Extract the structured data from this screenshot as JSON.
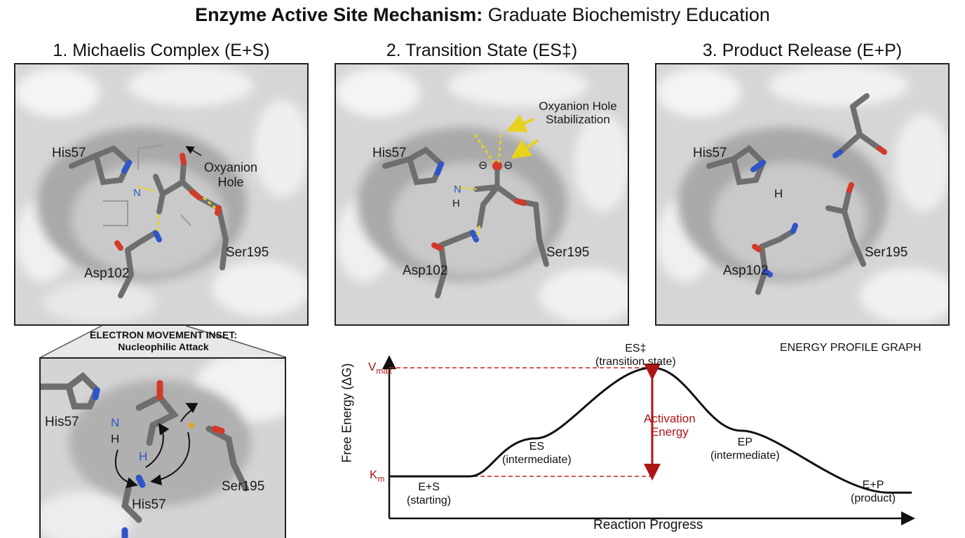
{
  "title": {
    "bold": "Enzyme Active Site Mechanism:",
    "rest": " Graduate Biochemistry Education"
  },
  "panels": [
    {
      "title": "1. Michaelis Complex (E+S)",
      "labels": {
        "his": "His57",
        "ser": "Ser195",
        "asp": "Asp102",
        "n": "N",
        "oxy1": "Oxyanion",
        "oxy2": "Hole"
      }
    },
    {
      "title": "2. Transition State (ES‡)",
      "labels": {
        "his": "His57",
        "ser": "Ser195",
        "asp": "Asp102",
        "n": "N",
        "h": "H",
        "oxy1": "Oxyanion Hole",
        "oxy2": "Stabilization",
        "minus": "⊖"
      }
    },
    {
      "title": "3. Product Release (E+P)",
      "labels": {
        "his": "His57",
        "ser": "Ser195",
        "asp": "Asp102",
        "h": "H"
      }
    }
  ],
  "inset": {
    "title1": "ELECTRON MOVEMENT INSET:",
    "title2": "Nucleophilic Attack",
    "his_top": "His57",
    "his_bottom": "His57",
    "ser": "Ser195",
    "n": "N",
    "h1": "H",
    "h2": "H"
  },
  "chart_data": {
    "type": "line",
    "title": "ENERGY PROFILE GRAPH",
    "xlabel": "Reaction Progress",
    "ylabel": "Free Energy (ΔG)",
    "y_ticks": {
      "vmax_main": "V",
      "vmax_sub": "max",
      "km_main": "K",
      "km_sub": "m"
    },
    "points": [
      {
        "name": "E+S",
        "desc": "(starting)",
        "x": 0.1,
        "y": 0.0
      },
      {
        "name": "ES",
        "desc": "(intermediate)",
        "x": 0.28,
        "y": 0.35
      },
      {
        "name": "ES‡",
        "desc": "(transition state)",
        "x": 0.5,
        "y": 1.0
      },
      {
        "name": "EP",
        "desc": "(intermediate)",
        "x": 0.67,
        "y": 0.42
      },
      {
        "name": "E+P",
        "desc": "(product)",
        "x": 0.95,
        "y": -0.15
      }
    ],
    "annotation": {
      "line1": "Activation",
      "line2": "Energy"
    },
    "colors": {
      "curve": "#111111",
      "annotation": "#b01515",
      "guide": "#c02020"
    }
  }
}
